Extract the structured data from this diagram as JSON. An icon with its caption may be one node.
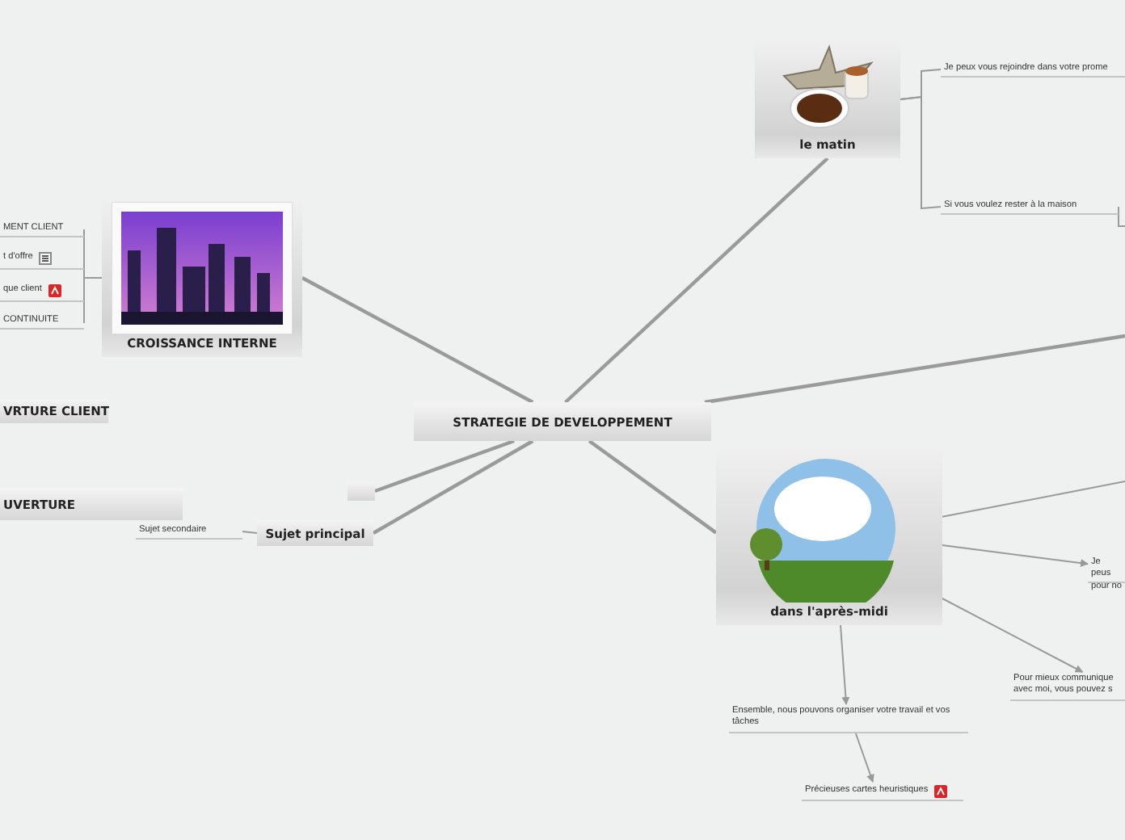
{
  "diagram": {
    "nodes": [
      {
        "text": [
          "STRATEGIE DE DEVELOPPEMENT"
        ]
      },
      {
        "text": [
          "le matin"
        ]
      },
      {
        "text": [
          "Je peux vous rejoindre dans votre prome"
        ]
      },
      {
        "text": [
          "Si vous voulez rester à la maison"
        ]
      },
      {
        "text": [
          "CROISSANCE INTERNE"
        ]
      },
      {
        "text": [
          "MENT CLIENT"
        ]
      },
      {
        "text": [
          "t d'offre"
        ]
      },
      {
        "text": [
          "que client"
        ]
      },
      {
        "text": [
          "CONTINUITE"
        ]
      },
      {
        "text": [
          "VRTURE CLIENT"
        ]
      },
      {
        "text": [
          "UVERTURE"
        ]
      },
      {
        "text": [],
        "shape": "box"
      },
      {
        "text": [
          "Sujet principal"
        ]
      },
      {
        "text": [
          "Sujet secondaire"
        ]
      },
      {
        "text": [
          "dans l'après-midi"
        ]
      },
      {
        "text": [
          "Je peus pour no"
        ]
      },
      {
        "text": [
          "Pour mieux communique avec moi, vous pouvez s"
        ]
      },
      {
        "text": [
          "Ensemble, nous pouvons organiser votre travail et vos tâches"
        ]
      },
      {
        "text": [
          "Précieuses cartes heuristiques"
        ]
      }
    ],
    "edges": [
      {
        "from": 0,
        "to": 1,
        "arrow": "none"
      },
      {
        "from": 0,
        "to": 4,
        "arrow": "none"
      },
      {
        "from": 0,
        "to": null,
        "arrow": "none"
      },
      {
        "from": 0,
        "to": 11,
        "arrow": "none"
      },
      {
        "from": 0,
        "to": 12,
        "arrow": "none"
      },
      {
        "from": 0,
        "to": 14,
        "arrow": "none"
      },
      {
        "from": 1,
        "to": 2,
        "arrow": "none"
      },
      {
        "from": 1,
        "to": 3,
        "arrow": "none"
      },
      {
        "from": 3,
        "to": null,
        "arrow": "none"
      },
      {
        "from": 4,
        "to": 5,
        "arrow": "none"
      },
      {
        "from": 4,
        "to": 6,
        "arrow": "none"
      },
      {
        "from": 4,
        "to": 7,
        "arrow": "none"
      },
      {
        "from": 4,
        "to": 8,
        "arrow": "none"
      },
      {
        "from": 12,
        "to": 13,
        "arrow": "none"
      },
      {
        "from": 14,
        "to": null,
        "arrow": "none"
      },
      {
        "from": 14,
        "to": 15,
        "arrow": "to"
      },
      {
        "from": 14,
        "to": 16,
        "arrow": "to"
      },
      {
        "from": 14,
        "to": 17,
        "arrow": "to"
      },
      {
        "from": 17,
        "to": 18,
        "arrow": "to"
      }
    ]
  }
}
